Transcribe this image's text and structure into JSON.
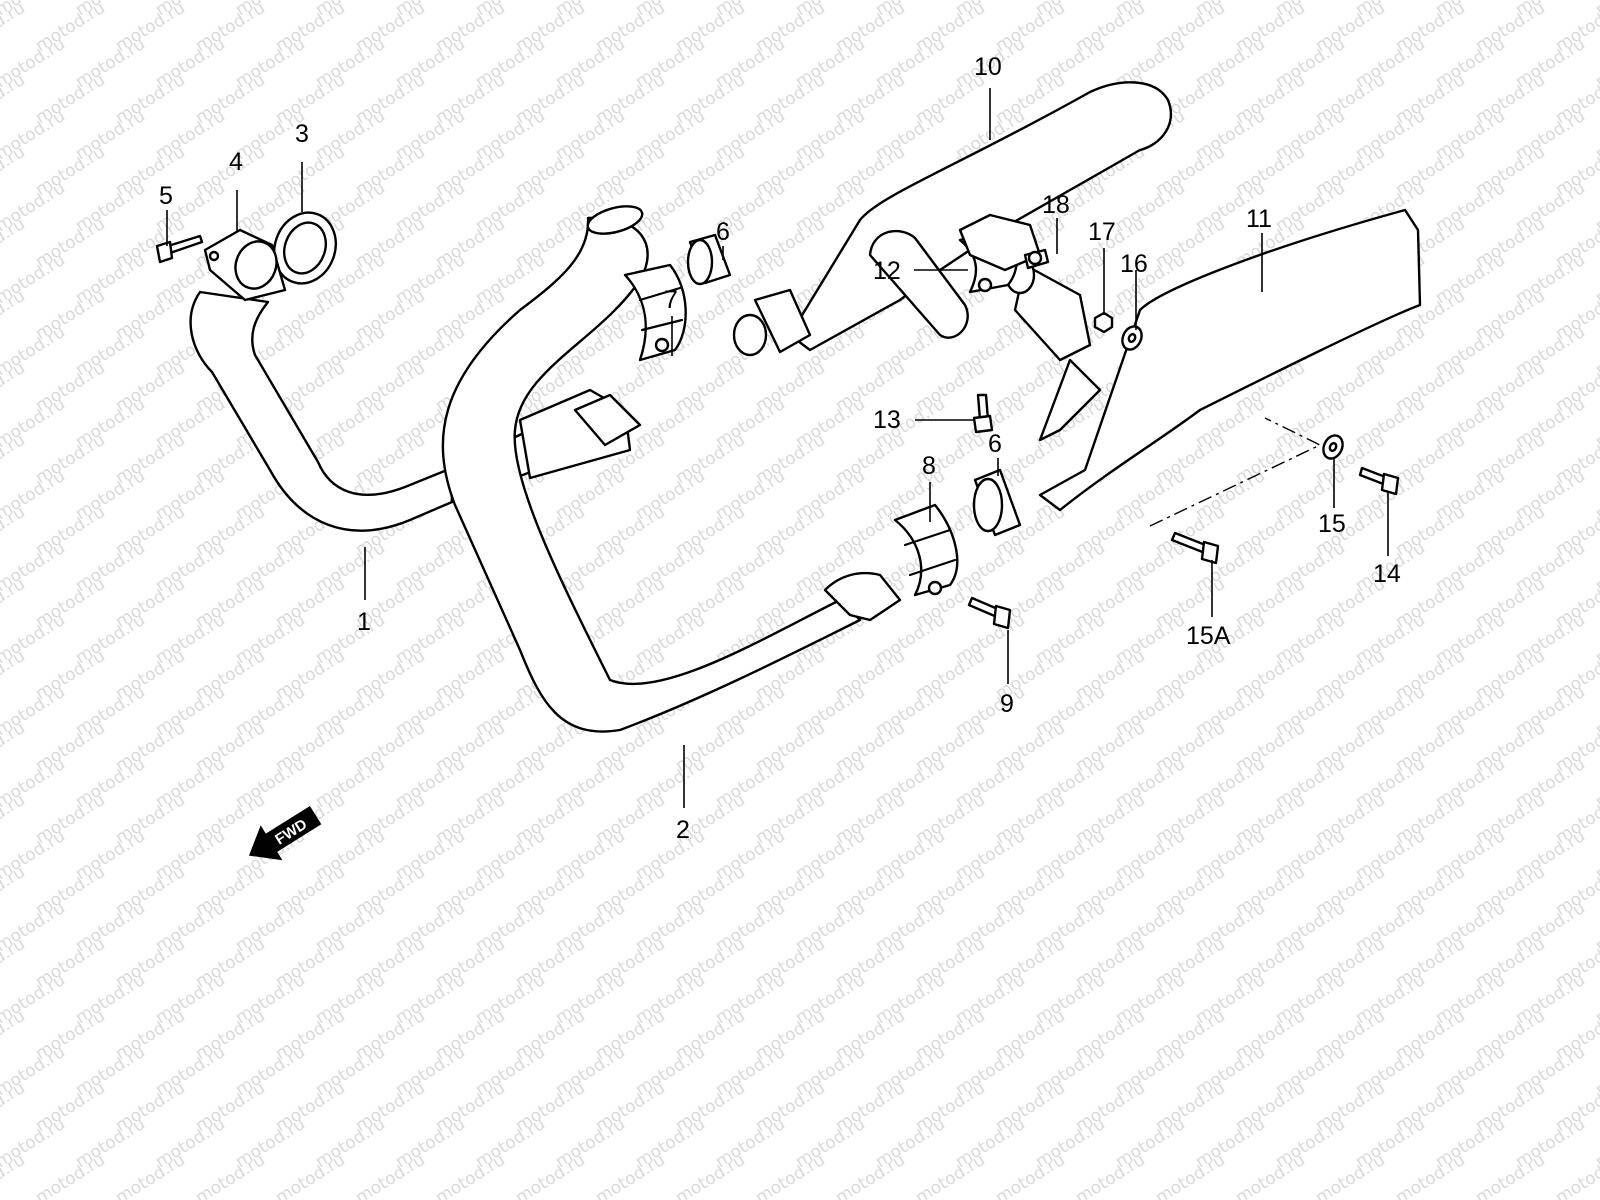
{
  "watermark_text": "motod.ru",
  "fwd_label": "FWD",
  "callouts": {
    "c1": "1",
    "c2": "2",
    "c3": "3",
    "c4": "4",
    "c5": "5",
    "c6a": "6",
    "c6b": "6",
    "c7": "7",
    "c8": "8",
    "c9": "9",
    "c10": "10",
    "c11": "11",
    "c12": "12",
    "c13": "13",
    "c14": "14",
    "c15": "15",
    "c15a": "15A",
    "c16": "16",
    "c17": "17",
    "c18": "18"
  }
}
